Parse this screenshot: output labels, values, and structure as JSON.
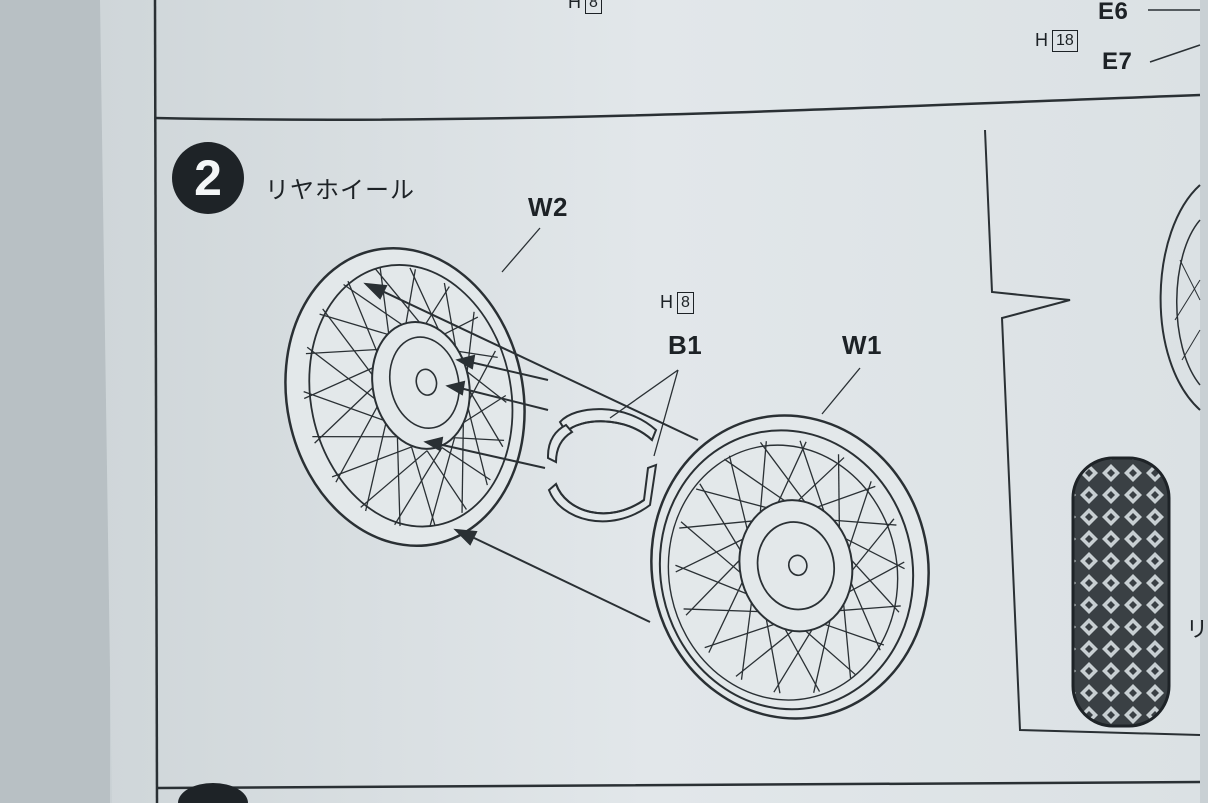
{
  "top_panel": {
    "part_h8_prefix": "H",
    "part_h8_num": "8",
    "part_e6": "E6",
    "part_h18_prefix": "H",
    "part_h18_num": "18",
    "part_e7": "E7"
  },
  "step": {
    "number": "2",
    "title": "リヤホイール"
  },
  "labels": {
    "w2": "W2",
    "h8_prefix": "H",
    "h8_num": "8",
    "b1": "B1",
    "w1": "W1",
    "side_fragment": "リ"
  },
  "colors": {
    "paper": "#dde3e6",
    "ink": "#1d2226",
    "border": "#2a3034",
    "shadow": "#8e979c"
  }
}
